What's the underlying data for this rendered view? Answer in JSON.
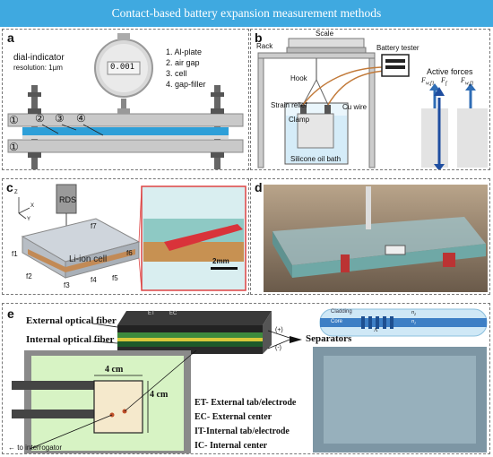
{
  "banner_title": "Contact-based battery expansion measurement methods",
  "panel_a": {
    "label": "a",
    "dial_indicator": "dial-indicator",
    "resolution": "resolution: 1µm",
    "display_value": "0.001",
    "legend": [
      "1. Al-plate",
      "2. air gap",
      "3. cell",
      "4. gap-filler"
    ],
    "markers": [
      "①",
      "②",
      "③",
      "④",
      "①"
    ]
  },
  "panel_b": {
    "label": "b",
    "scale": "Scale",
    "rack": "Rack",
    "battery_tester": "Battery tester",
    "hook": "Hook",
    "strain_relief": "Strain relief",
    "cu_wire": "Cu wire",
    "clamp": "Clamp",
    "silicone_oil_bath": "Silicone oil bath",
    "active_forces": "Active forces",
    "force_left": "F",
    "force_left_sub": "w,f1",
    "force_mid": "F",
    "force_mid_sub": "f",
    "force_right": "F",
    "force_right_sub": "w,f1"
  },
  "panel_c": {
    "label": "c",
    "axis_z": "Z",
    "axis_x": "X",
    "axis_y": "Y",
    "rds": "RDS",
    "cell": "Li-ion cell",
    "f_labels": [
      "f1",
      "f2",
      "f3",
      "f4",
      "f5",
      "f6",
      "f7"
    ],
    "scale_bar": "2mm"
  },
  "panel_d": {
    "label": "d"
  },
  "panel_e": {
    "label": "e",
    "external_fiber": "External optical fiber",
    "internal_fiber": "Internal optical fiber",
    "separators": "Separators",
    "plus": "(+)",
    "minus": "(-)",
    "et_tag": "ET",
    "ec_tag": "EC",
    "dim_h": "4 cm",
    "dim_v": "4 cm",
    "legend": [
      "ET- External tab/electrode",
      "EC- External center",
      "IT-Internal tab/electrode",
      "IC- Internal center"
    ],
    "interrogator": "← to interrogator",
    "cladding": "Cladding",
    "core": "Core",
    "lambda": "Λ",
    "n2": "n",
    "n1": "n"
  }
}
